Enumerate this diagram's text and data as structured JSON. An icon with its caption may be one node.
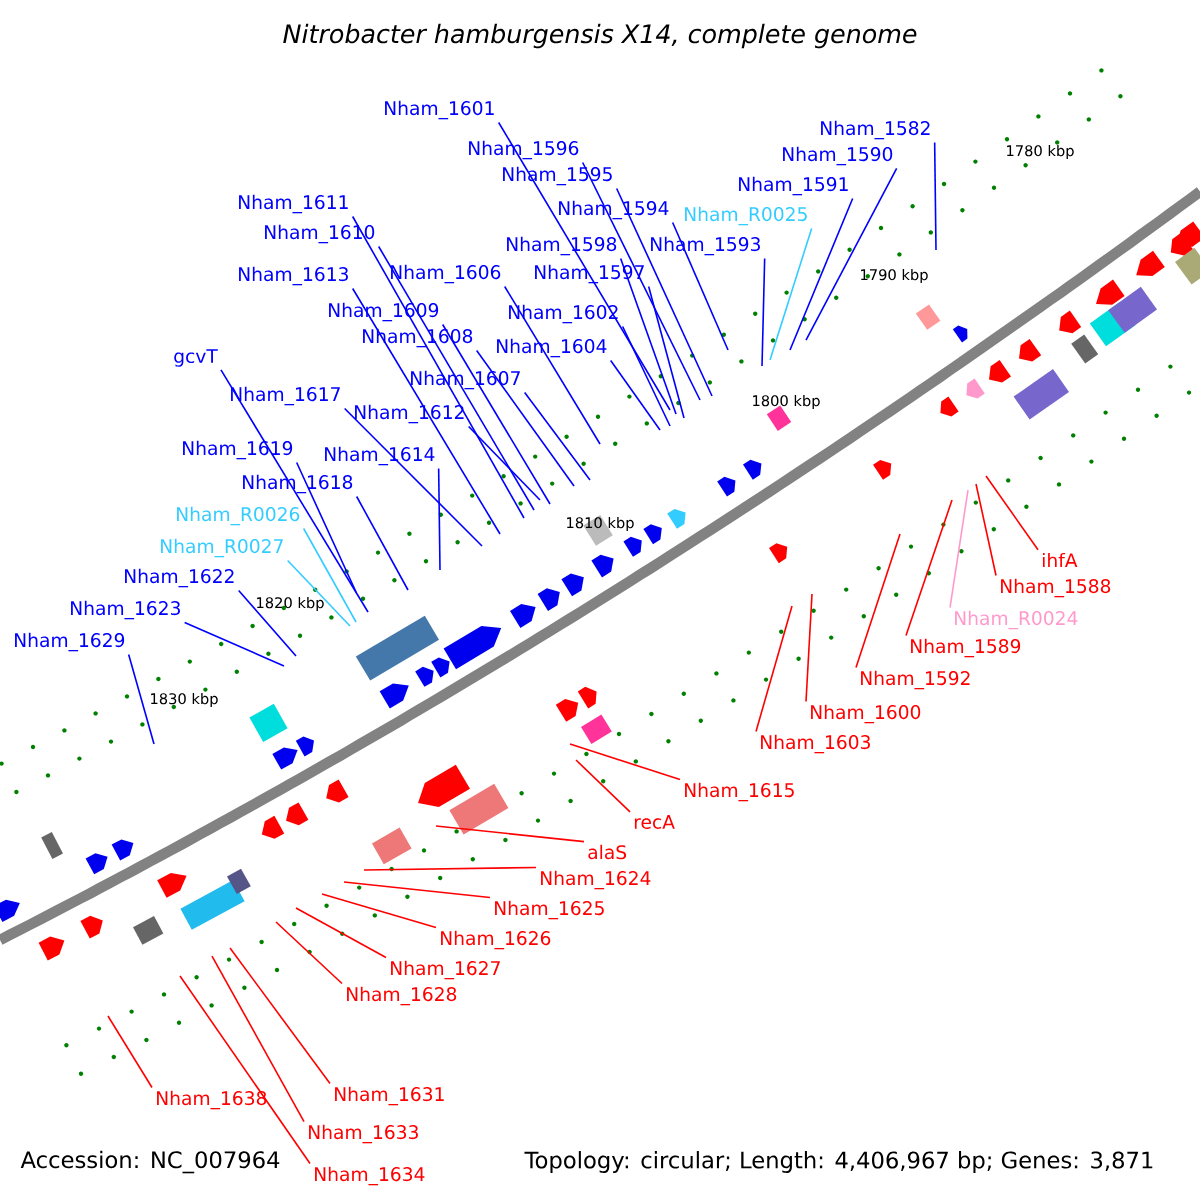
{
  "diagram": {
    "title": "Nitrobacter hamburgensis X14, complete genome",
    "nodes": [
      {
        "text": [
          "Nham_1601"
        ]
      },
      {
        "text": [
          "Nham_1582"
        ]
      },
      {
        "text": [
          "Nham_1596"
        ]
      },
      {
        "text": [
          "Nham_1590"
        ]
      },
      {
        "text": [
          "Nham_1595"
        ]
      },
      {
        "text": [
          "Nham_1591"
        ]
      },
      {
        "text": [
          "Nham_1611"
        ]
      },
      {
        "text": [
          "Nham_1594"
        ]
      },
      {
        "text": [
          "Nham_R0025"
        ]
      },
      {
        "text": [
          "Nham_1610"
        ]
      },
      {
        "text": [
          "Nham_1598"
        ]
      },
      {
        "text": [
          "Nham_1593"
        ]
      },
      {
        "text": [
          "Nham_1613"
        ]
      },
      {
        "text": [
          "Nham_1606"
        ]
      },
      {
        "text": [
          "Nham_1597"
        ]
      },
      {
        "text": [
          "Nham_1609"
        ]
      },
      {
        "text": [
          "Nham_1602"
        ]
      },
      {
        "text": [
          "Nham_1608"
        ]
      },
      {
        "text": [
          "Nham_1604"
        ]
      },
      {
        "text": [
          "gcvT"
        ]
      },
      {
        "text": [
          "Nham_1607"
        ]
      },
      {
        "text": [
          "Nham_1617"
        ]
      },
      {
        "text": [
          "Nham_1612"
        ]
      },
      {
        "text": [
          "Nham_1619"
        ]
      },
      {
        "text": [
          "Nham_1614"
        ]
      },
      {
        "text": [
          "Nham_1618"
        ]
      },
      {
        "text": [
          "Nham_R0026"
        ]
      },
      {
        "text": [
          "Nham_R0027"
        ]
      },
      {
        "text": [
          "Nham_1622"
        ]
      },
      {
        "text": [
          "Nham_1623"
        ]
      },
      {
        "text": [
          "Nham_1629"
        ]
      },
      {
        "text": [
          "ihfA"
        ]
      },
      {
        "text": [
          "Nham_1588"
        ]
      },
      {
        "text": [
          "Nham_R0024"
        ]
      },
      {
        "text": [
          "Nham_1589"
        ]
      },
      {
        "text": [
          "Nham_1592"
        ]
      },
      {
        "text": [
          "Nham_1600"
        ]
      },
      {
        "text": [
          "Nham_1603"
        ]
      },
      {
        "text": [
          "Nham_1615"
        ]
      },
      {
        "text": [
          "recA"
        ]
      },
      {
        "text": [
          "alaS"
        ]
      },
      {
        "text": [
          "Nham_1624"
        ]
      },
      {
        "text": [
          "Nham_1625"
        ]
      },
      {
        "text": [
          "Nham_1626"
        ]
      },
      {
        "text": [
          "Nham_1627"
        ]
      },
      {
        "text": [
          "Nham_1628"
        ]
      },
      {
        "text": [
          "Nham_1631"
        ]
      },
      {
        "text": [
          "Nham_1638"
        ]
      },
      {
        "text": [
          "Nham_1633"
        ]
      },
      {
        "text": [
          "Nham_1634"
        ]
      }
    ],
    "edges": [
      {
        "from": 0,
        "to": null,
        "arrow": "none"
      },
      {
        "from": 1,
        "to": null,
        "arrow": "none"
      },
      {
        "from": 2,
        "to": null,
        "arrow": "none"
      },
      {
        "from": 3,
        "to": null,
        "arrow": "none"
      },
      {
        "from": 4,
        "to": null,
        "arrow": "none"
      },
      {
        "from": 5,
        "to": null,
        "arrow": "none"
      },
      {
        "from": 6,
        "to": null,
        "arrow": "none"
      },
      {
        "from": 7,
        "to": null,
        "arrow": "none"
      },
      {
        "from": 8,
        "to": null,
        "arrow": "none",
        "color": "#33ccff"
      },
      {
        "from": 9,
        "to": null,
        "arrow": "none"
      },
      {
        "from": 10,
        "to": null,
        "arrow": "none"
      },
      {
        "from": 11,
        "to": null,
        "arrow": "none"
      },
      {
        "from": 12,
        "to": null,
        "arrow": "none"
      },
      {
        "from": 13,
        "to": null,
        "arrow": "none"
      },
      {
        "from": 14,
        "to": null,
        "arrow": "none"
      },
      {
        "from": 15,
        "to": null,
        "arrow": "none"
      },
      {
        "from": 16,
        "to": null,
        "arrow": "none"
      },
      {
        "from": 17,
        "to": null,
        "arrow": "none"
      },
      {
        "from": 18,
        "to": null,
        "arrow": "none"
      },
      {
        "from": 19,
        "to": null,
        "arrow": "none"
      },
      {
        "from": 20,
        "to": null,
        "arrow": "none"
      },
      {
        "from": 21,
        "to": null,
        "arrow": "none"
      },
      {
        "from": 22,
        "to": null,
        "arrow": "none"
      },
      {
        "from": 23,
        "to": null,
        "arrow": "none"
      },
      {
        "from": 24,
        "to": null,
        "arrow": "none"
      },
      {
        "from": 25,
        "to": null,
        "arrow": "none"
      },
      {
        "from": 26,
        "to": null,
        "arrow": "none",
        "color": "#33ccff"
      },
      {
        "from": 27,
        "to": null,
        "arrow": "none",
        "color": "#33ccff"
      },
      {
        "from": 28,
        "to": null,
        "arrow": "none"
      },
      {
        "from": 29,
        "to": null,
        "arrow": "none"
      },
      {
        "from": 30,
        "to": null,
        "arrow": "none"
      },
      {
        "from": 31,
        "to": null,
        "arrow": "none",
        "color": "#ff0000"
      },
      {
        "from": 32,
        "to": null,
        "arrow": "none",
        "color": "#ff0000"
      },
      {
        "from": 33,
        "to": null,
        "arrow": "none",
        "color": "#ff99cc"
      },
      {
        "from": 34,
        "to": null,
        "arrow": "none",
        "color": "#ff0000"
      },
      {
        "from": 35,
        "to": null,
        "arrow": "none",
        "color": "#ff0000"
      },
      {
        "from": 36,
        "to": null,
        "arrow": "none",
        "color": "#ff0000"
      },
      {
        "from": 37,
        "to": null,
        "arrow": "none",
        "color": "#ff0000"
      },
      {
        "from": 38,
        "to": null,
        "arrow": "none",
        "color": "#ff0000"
      },
      {
        "from": 39,
        "to": null,
        "arrow": "none",
        "color": "#ff0000"
      },
      {
        "from": 40,
        "to": null,
        "arrow": "none",
        "color": "#ff0000"
      },
      {
        "from": 41,
        "to": null,
        "arrow": "none",
        "color": "#ff0000"
      },
      {
        "from": 42,
        "to": null,
        "arrow": "none",
        "color": "#ff0000"
      },
      {
        "from": 43,
        "to": null,
        "arrow": "none",
        "color": "#ff0000"
      },
      {
        "from": 44,
        "to": null,
        "arrow": "none",
        "color": "#ff0000"
      },
      {
        "from": 45,
        "to": null,
        "arrow": "none",
        "color": "#ff0000"
      },
      {
        "from": 46,
        "to": null,
        "arrow": "none",
        "color": "#ff0000"
      },
      {
        "from": 47,
        "to": null,
        "arrow": "none",
        "color": "#ff0000"
      },
      {
        "from": 48,
        "to": null,
        "arrow": "none",
        "color": "#ff0000"
      },
      {
        "from": 49,
        "to": null,
        "arrow": "none",
        "color": "#ff0000"
      }
    ],
    "labels": [
      "1780 kbp",
      "1790 kbp",
      "1800 kbp",
      "1810 kbp",
      "1820 kbp",
      "1830 kbp",
      "Accession: NC_007964",
      "Topology: circular; Length: 4,406,967 bp; Genes: 3,871"
    ]
  }
}
